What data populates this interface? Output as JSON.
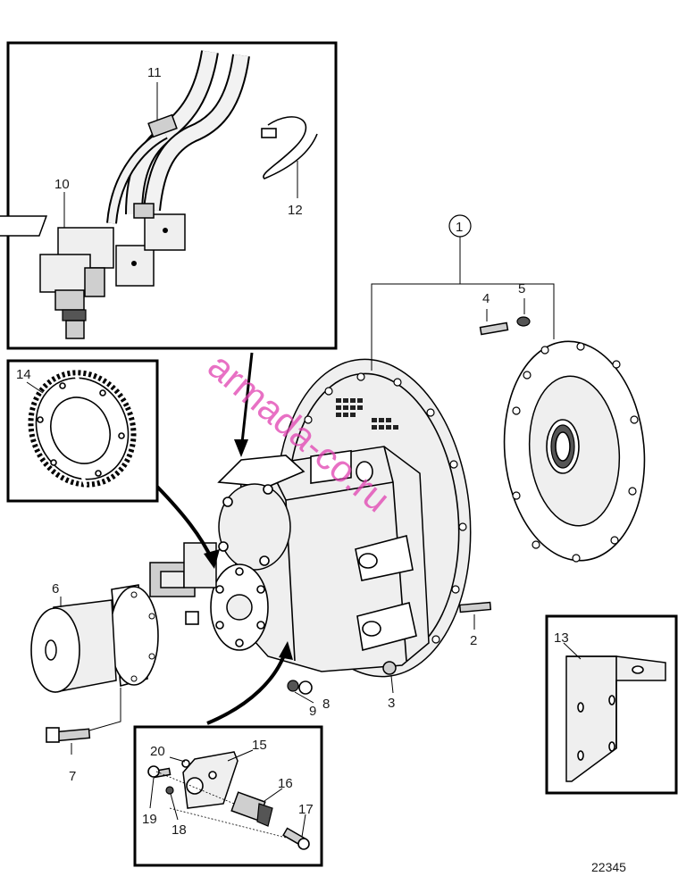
{
  "figure_number": "22345",
  "watermark": "armada-co.ru",
  "callouts": {
    "c1": "1",
    "c2": "2",
    "c3": "3",
    "c4": "4",
    "c5": "5",
    "c6": "6",
    "c7": "7",
    "c8": "8",
    "c9": "9",
    "c10": "10",
    "c11": "11",
    "c12": "12",
    "c13": "13",
    "c14": "14",
    "c15": "15",
    "c16": "16",
    "c17": "17",
    "c18": "18",
    "c19": "19",
    "c20": "20"
  }
}
